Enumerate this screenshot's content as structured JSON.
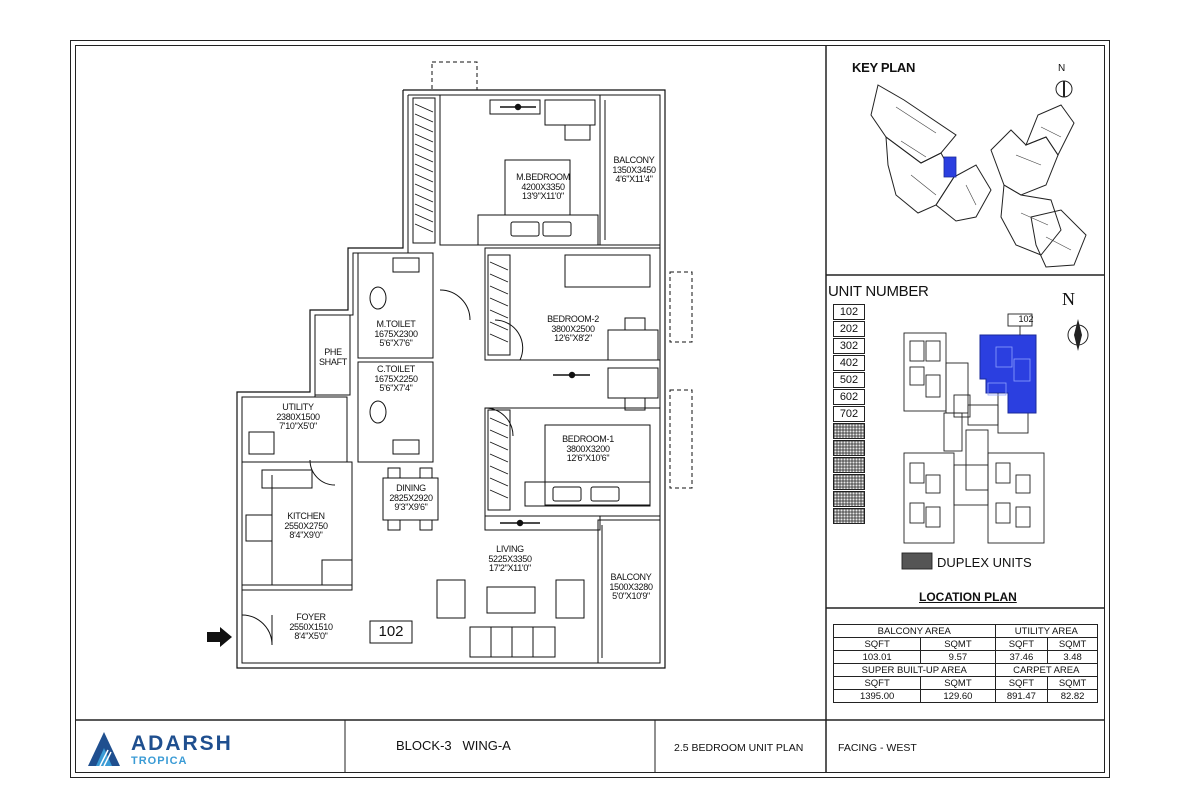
{
  "drawing": {
    "unit_tag": "102",
    "rooms": [
      {
        "id": "m-bedroom",
        "name": "M.BEDROOM",
        "dims": [
          "4200X3350",
          "13'9\"X11'0\""
        ]
      },
      {
        "id": "balcony-top",
        "name": "BALCONY",
        "dims": [
          "1350X3450",
          "4'6\"X11'4\""
        ]
      },
      {
        "id": "bedroom-2",
        "name": "BEDROOM-2",
        "dims": [
          "3800X2500",
          "12'6\"X8'2\""
        ]
      },
      {
        "id": "m-toilet",
        "name": "M.TOILET",
        "dims": [
          "1675X2300",
          "5'6\"X7'6\""
        ]
      },
      {
        "id": "phe-shaft",
        "name": "PHE SHAFT",
        "dims": []
      },
      {
        "id": "c-toilet",
        "name": "C.TOILET",
        "dims": [
          "1675X2250",
          "5'6\"X7'4\""
        ]
      },
      {
        "id": "utility",
        "name": "UTILITY",
        "dims": [
          "2380X1500",
          "7'10\"X5'0\""
        ]
      },
      {
        "id": "bedroom-1",
        "name": "BEDROOM-1",
        "dims": [
          "3800X3200",
          "12'6\"X10'6\""
        ]
      },
      {
        "id": "dining",
        "name": "DINING",
        "dims": [
          "2825X2920",
          "9'3\"X9'6\""
        ]
      },
      {
        "id": "kitchen",
        "name": "KITCHEN",
        "dims": [
          "2550X2750",
          "8'4\"X9'0\""
        ]
      },
      {
        "id": "living",
        "name": "LIVING",
        "dims": [
          "5225X3350",
          "17'2\"X11'0\""
        ]
      },
      {
        "id": "balcony-bottom",
        "name": "BALCONY",
        "dims": [
          "1500X3280",
          "5'0\"X10'9\""
        ]
      },
      {
        "id": "foyer",
        "name": "FOYER",
        "dims": [
          "2550X1510",
          "8'4\"X5'0\""
        ]
      }
    ]
  },
  "key_plan": {
    "title": "KEY PLAN",
    "north": "N"
  },
  "location": {
    "heading": "UNIT NUMBER",
    "north": "N",
    "units": [
      "102",
      "202",
      "302",
      "402",
      "502",
      "602",
      "702",
      "",
      "",
      "",
      "",
      "",
      ""
    ],
    "highlight_tag": "102",
    "legend": "DUPLEX UNITS",
    "caption": "LOCATION PLAN"
  },
  "areas": {
    "balcony": {
      "title": "BALCONY AREA",
      "sqft_label": "SQFT",
      "sqmt_label": "SQMT",
      "sqft": "103.01",
      "sqmt": "9.57"
    },
    "utility": {
      "title": "UTILITY AREA",
      "sqft_label": "SQFT",
      "sqmt_label": "SQMT",
      "sqft": "37.46",
      "sqmt": "3.48"
    },
    "super": {
      "title": "SUPER BUILT-UP AREA",
      "sqft_label": "SQFT",
      "sqmt_label": "SQMT",
      "sqft": "1395.00",
      "sqmt": "129.60"
    },
    "carpet": {
      "title": "CARPET AREA",
      "sqft_label": "SQFT",
      "sqmt_label": "SQMT",
      "sqft": "891.47",
      "sqmt": "82.82"
    }
  },
  "footer": {
    "brand": "ADARSH",
    "sub": "TROPICA",
    "block": "BLOCK-3   WING-A",
    "plan": "2.5 BEDROOM UNIT PLAN",
    "facing": "FACING - WEST"
  },
  "colors": {
    "highlight": "#2b3fe0",
    "logo": "#1f4f8f",
    "logo_sub": "#3a9bd5"
  }
}
